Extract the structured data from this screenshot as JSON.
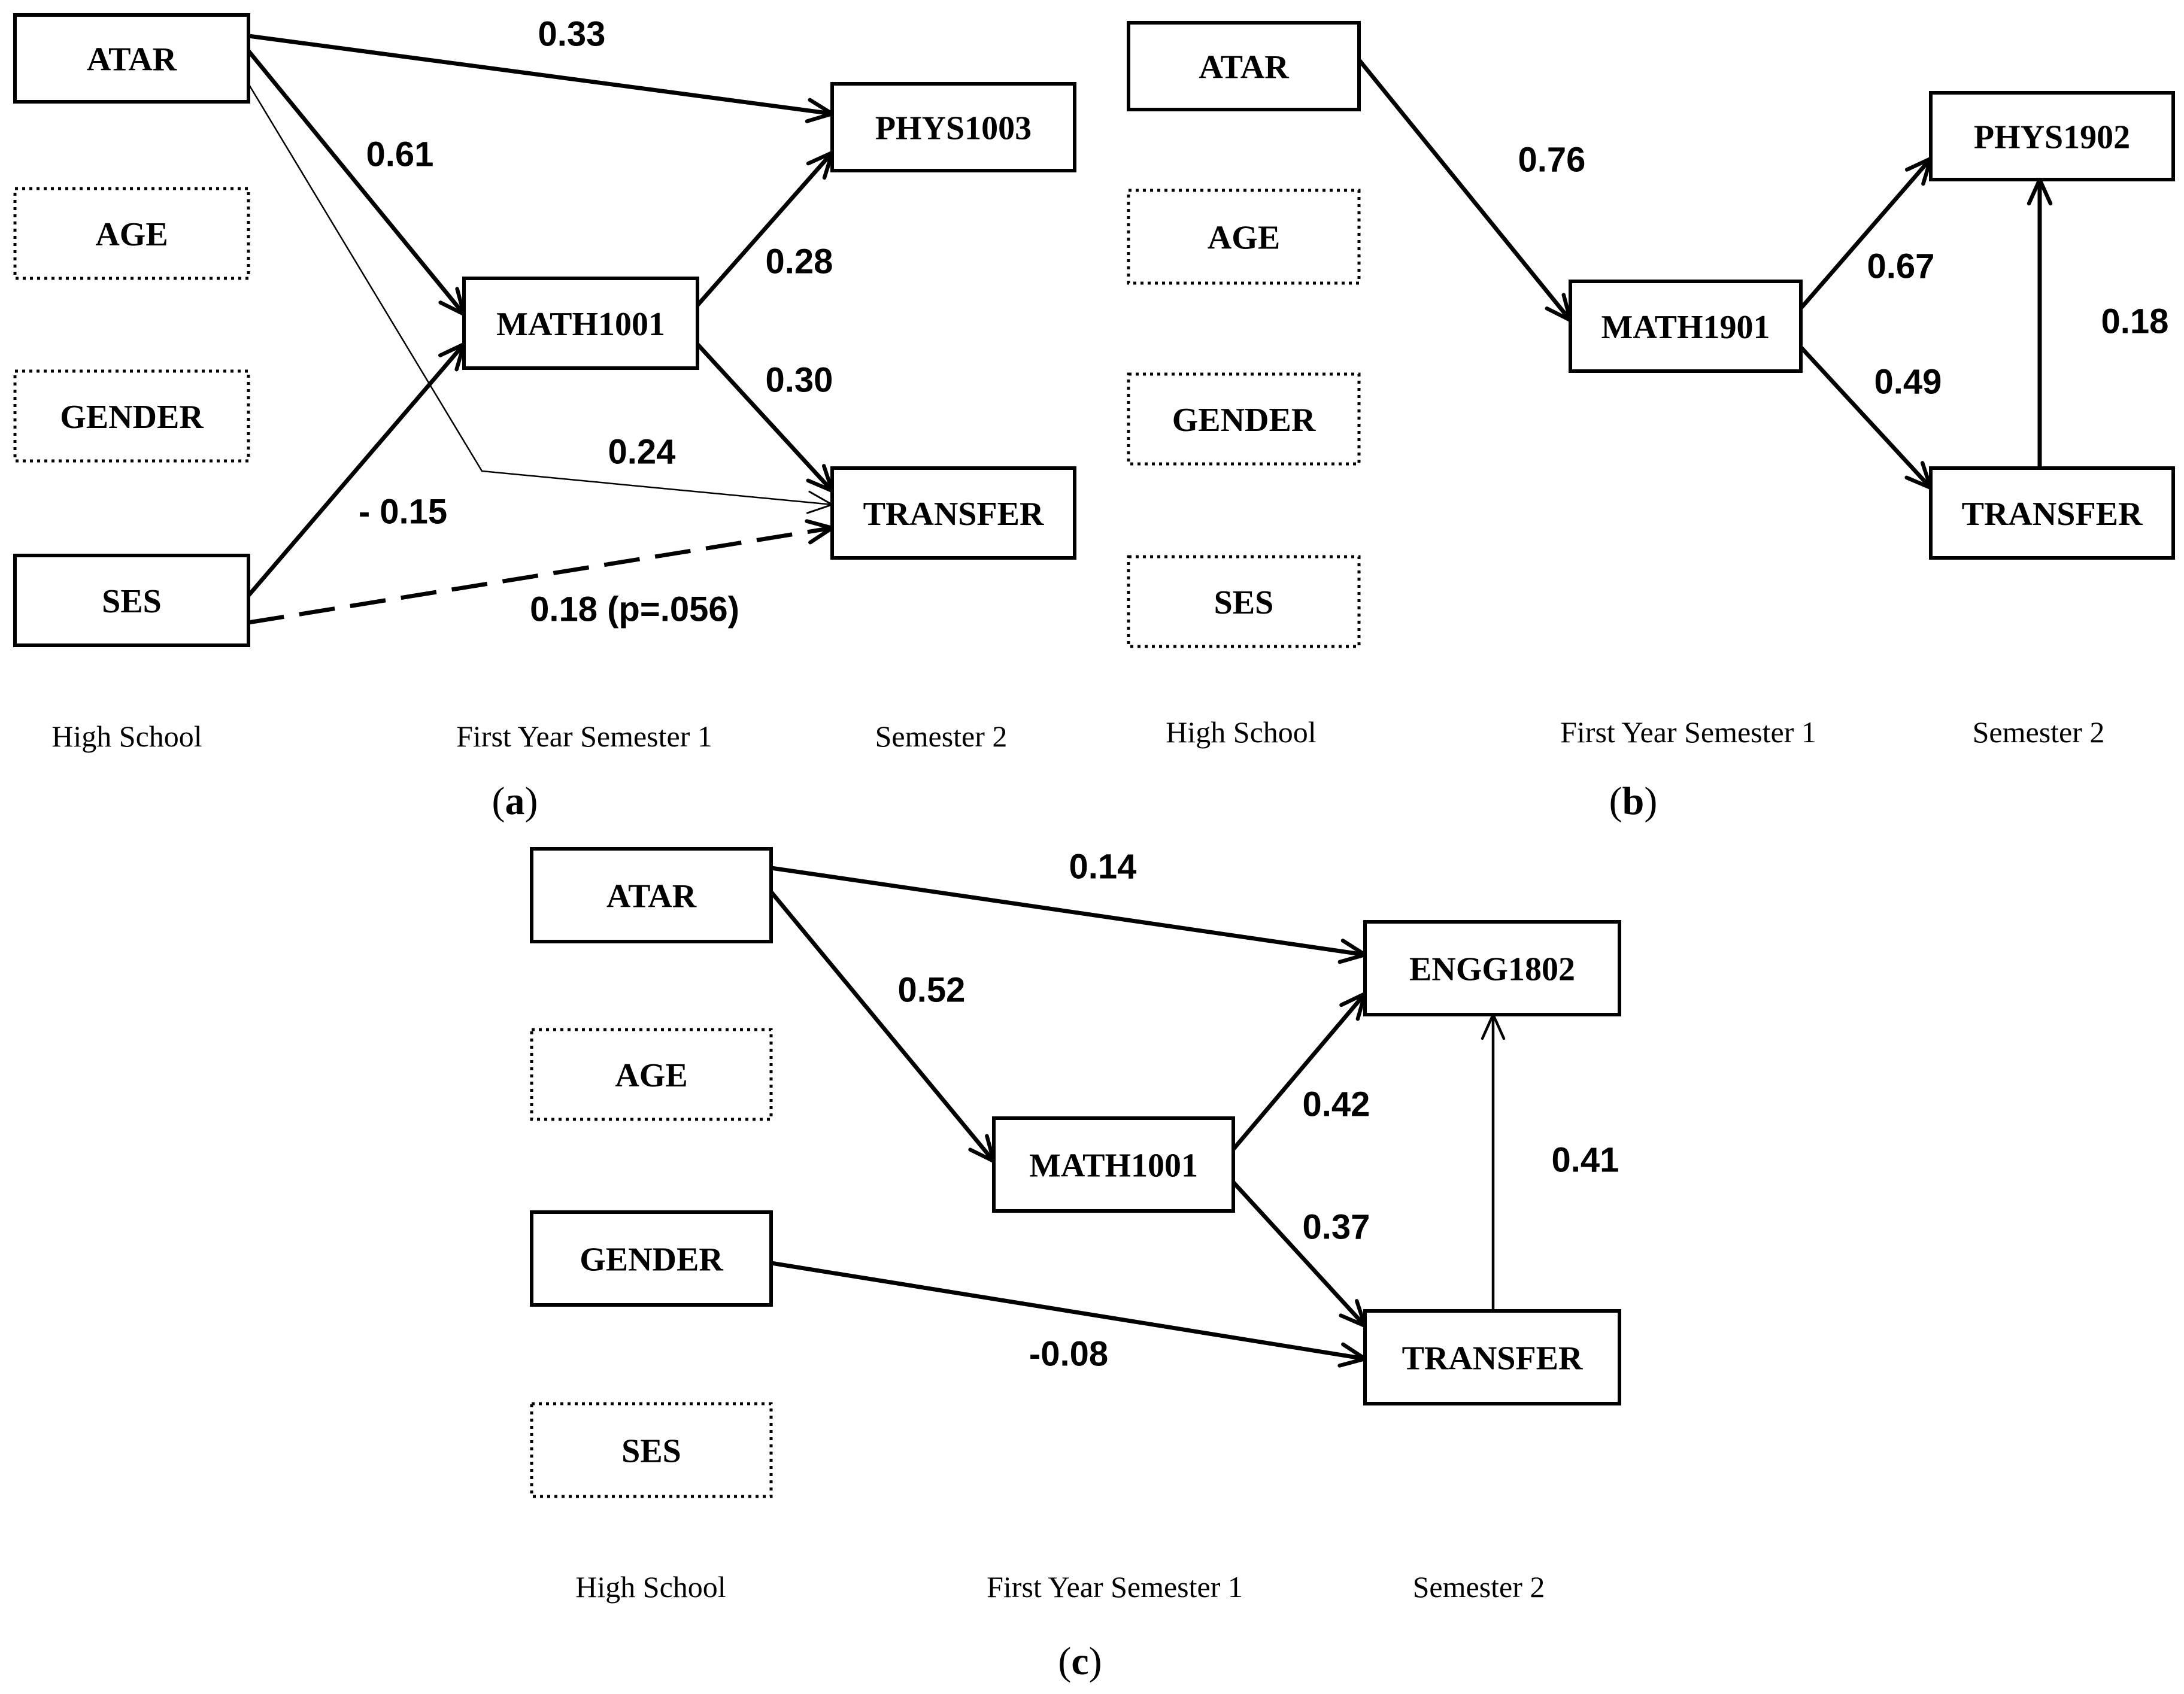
{
  "panels": [
    {
      "id": "a",
      "caption": {
        "open": "(",
        "letter": "a",
        "close": ")"
      },
      "nodes": {
        "atar": {
          "label": "ATAR",
          "style": "solid"
        },
        "age": {
          "label": "AGE",
          "style": "dotted"
        },
        "gender": {
          "label": "GENDER",
          "style": "dotted"
        },
        "ses": {
          "label": "SES",
          "style": "solid"
        },
        "math": {
          "label": "MATH1001",
          "style": "solid"
        },
        "course": {
          "label": "PHYS1003",
          "style": "solid"
        },
        "transfer": {
          "label": "TRANSFER",
          "style": "solid"
        }
      },
      "edges": [
        {
          "from": "atar",
          "to": "course",
          "label": "0.33"
        },
        {
          "from": "atar",
          "to": "math",
          "label": "0.61"
        },
        {
          "from": "atar",
          "to": "transfer",
          "label": "0.24",
          "weight": "thin"
        },
        {
          "from": "ses",
          "to": "math",
          "label": "- 0.15"
        },
        {
          "from": "ses",
          "to": "transfer",
          "label": "0.18 (p=.056)",
          "style": "dashed"
        },
        {
          "from": "math",
          "to": "course",
          "label": "0.28"
        },
        {
          "from": "math",
          "to": "transfer",
          "label": "0.30"
        }
      ],
      "stages": [
        "High School",
        "First Year Semester 1",
        "Semester 2"
      ]
    },
    {
      "id": "b",
      "caption": {
        "open": "(",
        "letter": "b",
        "close": ")"
      },
      "nodes": {
        "atar": {
          "label": "ATAR",
          "style": "solid"
        },
        "age": {
          "label": "AGE",
          "style": "dotted"
        },
        "gender": {
          "label": "GENDER",
          "style": "dotted"
        },
        "ses": {
          "label": "SES",
          "style": "dotted"
        },
        "math": {
          "label": "MATH1901",
          "style": "solid"
        },
        "course": {
          "label": "PHYS1902",
          "style": "solid"
        },
        "transfer": {
          "label": "TRANSFER",
          "style": "solid"
        }
      },
      "edges": [
        {
          "from": "atar",
          "to": "math",
          "label": "0.76"
        },
        {
          "from": "math",
          "to": "course",
          "label": "0.67"
        },
        {
          "from": "math",
          "to": "transfer",
          "label": "0.49"
        },
        {
          "from": "transfer",
          "to": "course",
          "label": "0.18"
        }
      ],
      "stages": [
        "High School",
        "First Year Semester 1",
        "Semester 2"
      ]
    },
    {
      "id": "c",
      "caption": {
        "open": "(",
        "letter": "c",
        "close": ")"
      },
      "nodes": {
        "atar": {
          "label": "ATAR",
          "style": "solid"
        },
        "age": {
          "label": "AGE",
          "style": "dotted"
        },
        "gender": {
          "label": "GENDER",
          "style": "solid"
        },
        "ses": {
          "label": "SES",
          "style": "dotted"
        },
        "math": {
          "label": "MATH1001",
          "style": "solid"
        },
        "course": {
          "label": "ENGG1802",
          "style": "solid"
        },
        "transfer": {
          "label": "TRANSFER",
          "style": "solid"
        }
      },
      "edges": [
        {
          "from": "atar",
          "to": "course",
          "label": "0.14"
        },
        {
          "from": "atar",
          "to": "math",
          "label": "0.52"
        },
        {
          "from": "gender",
          "to": "transfer",
          "label": "-0.08"
        },
        {
          "from": "math",
          "to": "course",
          "label": "0.42"
        },
        {
          "from": "math",
          "to": "transfer",
          "label": "0.37"
        },
        {
          "from": "transfer",
          "to": "course",
          "label": "0.41",
          "weight": "medium"
        }
      ],
      "stages": [
        "High School",
        "First Year Semester 1",
        "Semester 2"
      ]
    }
  ]
}
